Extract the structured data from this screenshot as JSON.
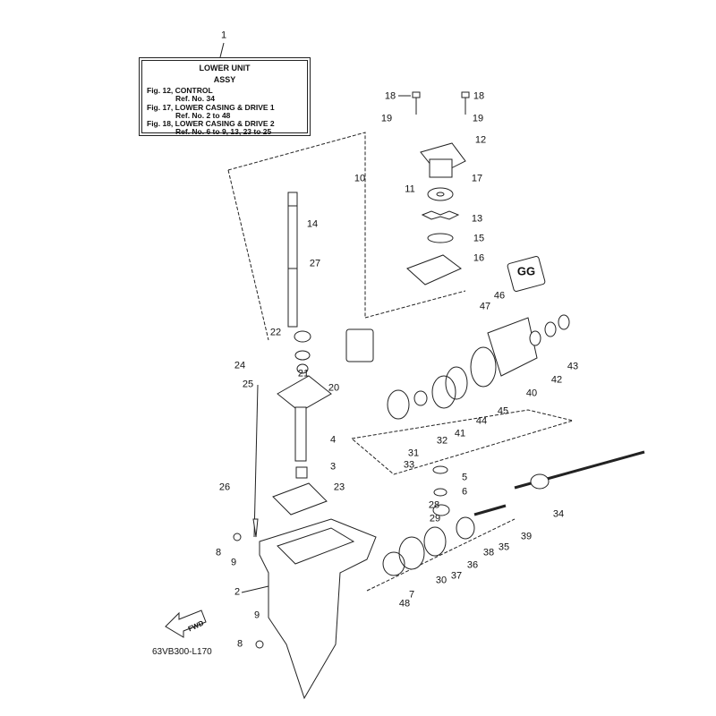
{
  "assembly_box": {
    "title": "LOWER UNIT",
    "subtitle": "ASSY",
    "lines": [
      {
        "fig": "Fig. 12, CONTROL",
        "ref": "Ref. No. 34"
      },
      {
        "fig": "Fig. 17, LOWER CASING & DRIVE 1",
        "ref": "Ref. No. 2 to 48"
      },
      {
        "fig": "Fig. 18, LOWER CASING & DRIVE 2",
        "ref": "Ref. No. 6 to 9, 13, 23 to 25"
      }
    ]
  },
  "labels": [
    "1",
    "18",
    "18",
    "19",
    "19",
    "12",
    "10",
    "11",
    "17",
    "14",
    "13",
    "15",
    "27",
    "16",
    "46",
    "47",
    "22",
    "24",
    "21",
    "25",
    "20",
    "43",
    "42",
    "40",
    "45",
    "44",
    "41",
    "32",
    "31",
    "33",
    "4",
    "3",
    "5",
    "23",
    "26",
    "6",
    "34",
    "28",
    "29",
    "39",
    "8",
    "9",
    "35",
    "38",
    "36",
    "37",
    "30",
    "7",
    "2",
    "48",
    "8",
    "9"
  ],
  "diagram_code": "63VB300-L170",
  "fwd_label": "FWD",
  "grease_label": "GG"
}
